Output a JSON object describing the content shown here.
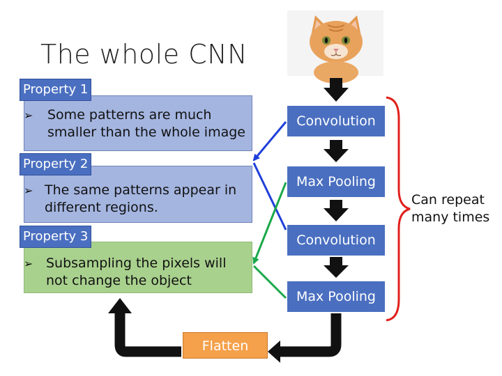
{
  "title": "The whole CNN",
  "properties": [
    {
      "label": "Property 1",
      "text": "Some patterns are much smaller than the whole image",
      "line1": "Some patterns are much",
      "line2": "smaller than the whole image"
    },
    {
      "label": "Property 2",
      "text": "The same patterns appear in different regions.",
      "line1": "The same patterns appear in",
      "line2": "different regions."
    },
    {
      "label": "Property 3",
      "text": "Subsampling the pixels will not change the object",
      "line1": "Subsampling the pixels will",
      "line2": "not change the object"
    }
  ],
  "pipeline": [
    "Convolution",
    "Max Pooling",
    "Convolution",
    "Max Pooling"
  ],
  "flatten_label": "Flatten",
  "repeat_note": "Can repeat many times",
  "repeat_line1": "Can repeat",
  "repeat_line2": "many times",
  "colors": {
    "step_blue": "#4a6fc0",
    "property_blue_bg": "#a4b5e0",
    "property_green_bg": "#a9d18e",
    "flatten_orange": "#f5a04a",
    "arrow_blue": "#1f3fd8",
    "arrow_green": "#1aa84a",
    "brace_red": "#e0201c"
  }
}
